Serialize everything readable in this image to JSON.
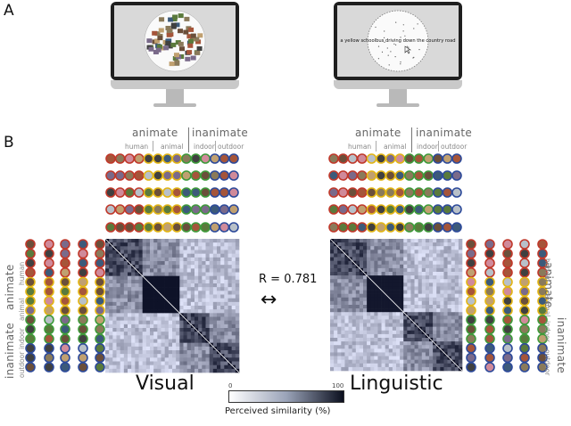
{
  "panel_a": {
    "label": "A",
    "sentence": "a yellow schoolbus driving down the country road"
  },
  "panel_b": {
    "label": "B",
    "visual": {
      "title": "Visual",
      "groups": [
        "animate",
        "inanimate"
      ],
      "subgroups": [
        "human",
        "animal",
        "indoor",
        "outdoor"
      ]
    },
    "linguistic": {
      "title": "Linguistic",
      "groups": [
        "animate",
        "inanimate"
      ],
      "subgroups": [
        "human",
        "animal",
        "indoor",
        "outdoor"
      ]
    },
    "correlation": {
      "text": "R = 0.781",
      "arrow": "↔"
    },
    "colorbar": {
      "min": "0",
      "max": "100",
      "label": "Perceived similarity (%)",
      "color_low": "#ffffff",
      "color_high": "#0b0f1e"
    },
    "category_colors": {
      "human": "#c0392b",
      "animal": "#e2b514",
      "indoor": "#3e9a3a",
      "outdoor": "#2d4a9a"
    }
  }
}
